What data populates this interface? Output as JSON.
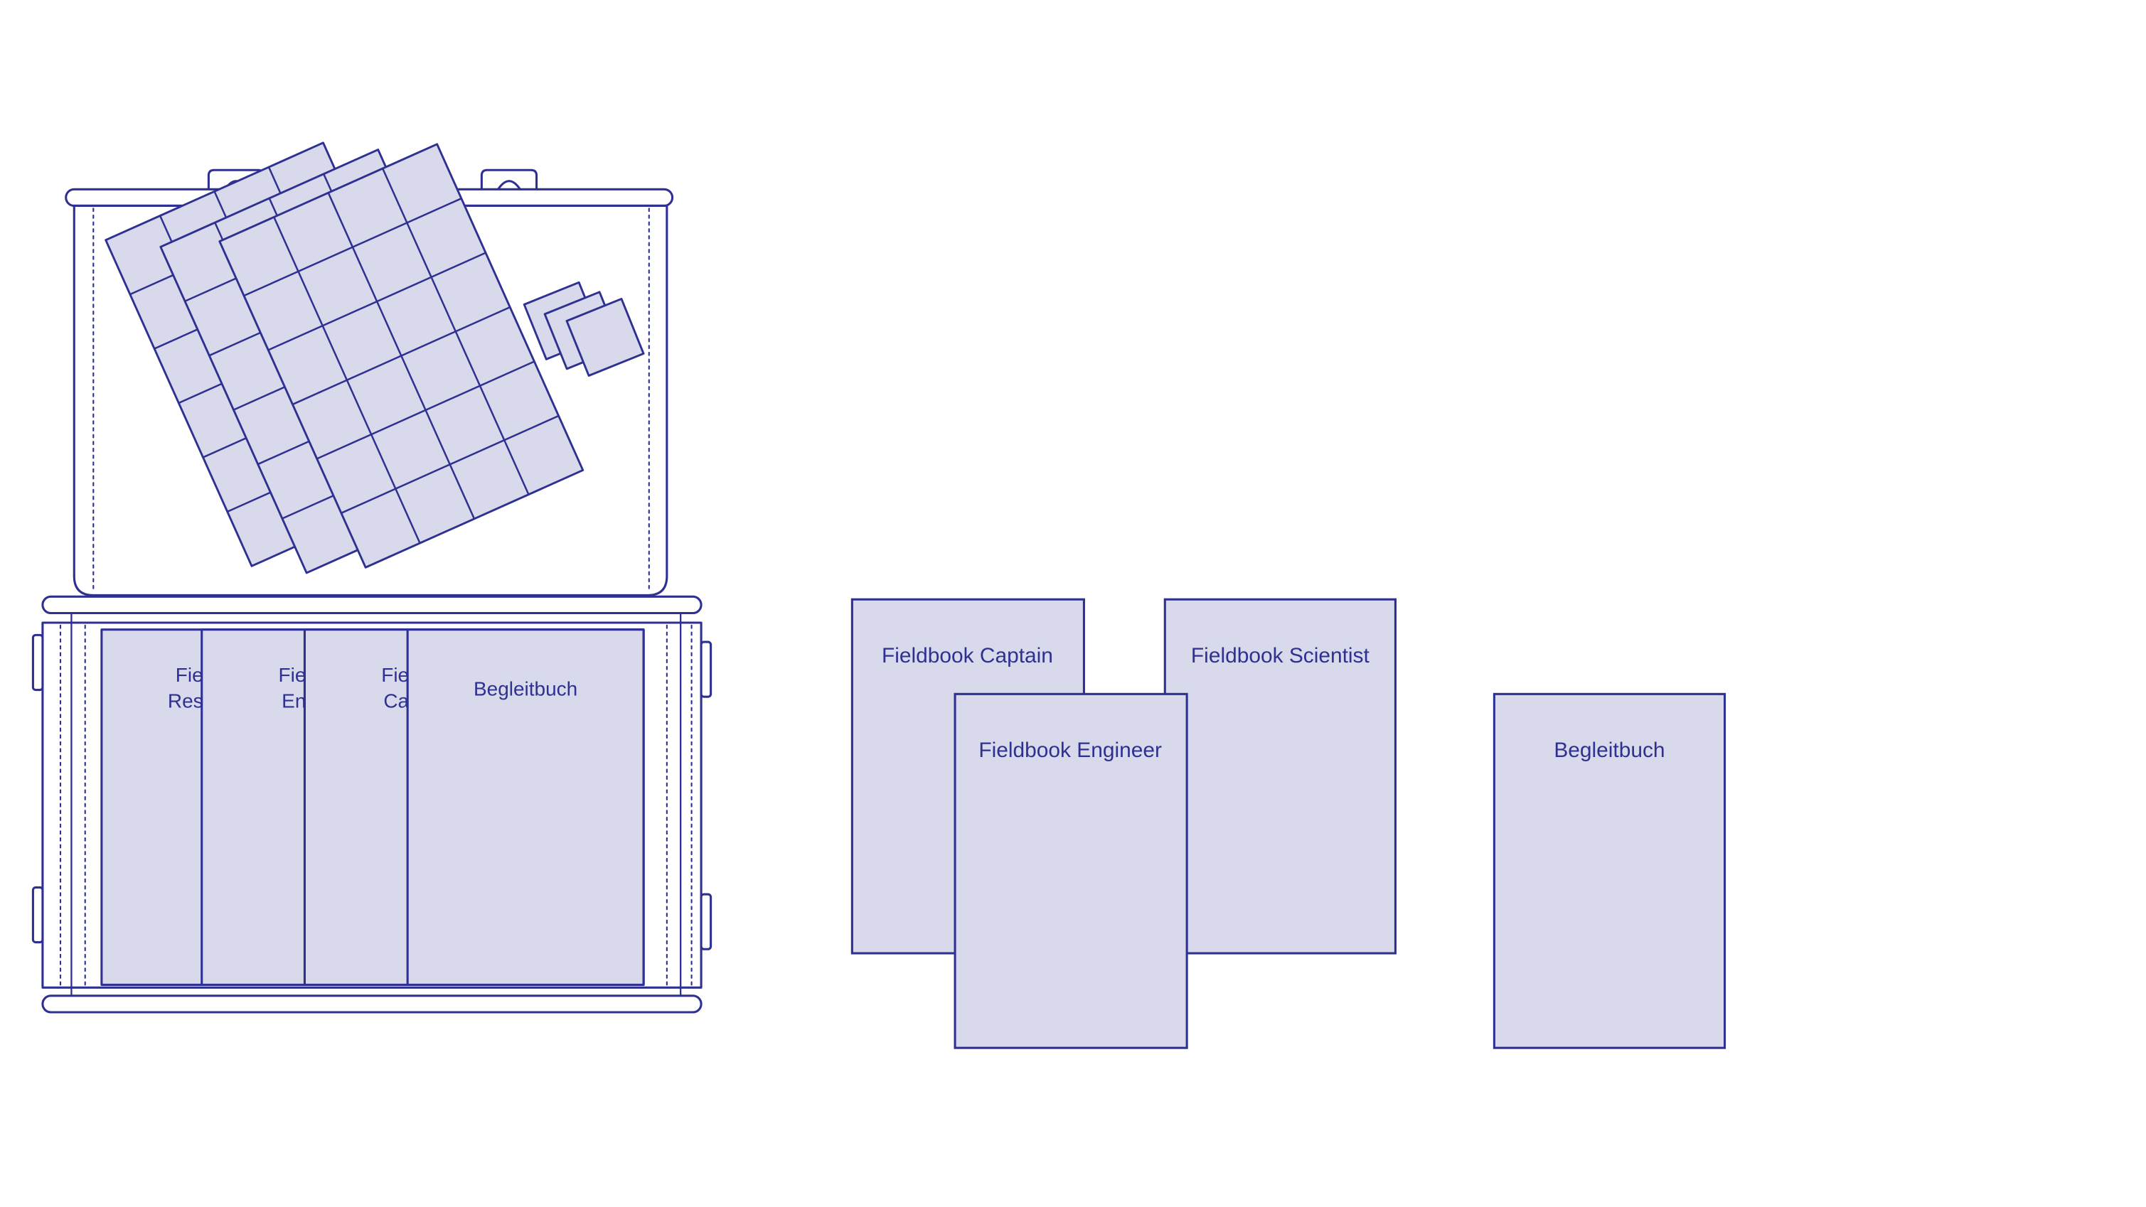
{
  "colors": {
    "stroke": "#2e3191",
    "fill": "#d8d9eb",
    "background": "#ffffff"
  },
  "case": {
    "spine_labels": [
      {
        "line1": "Fie",
        "line2": "Res"
      },
      {
        "line1": "Fie",
        "line2": "En"
      },
      {
        "line1": "Fie",
        "line2": "Ca"
      }
    ],
    "front_book_label": "Begleitbuch"
  },
  "booklets": {
    "captain": "Fieldbook Captain",
    "scientist": "Fieldbook Scientist",
    "engineer": "Fieldbook Engineer",
    "companion": "Begleitbuch"
  }
}
